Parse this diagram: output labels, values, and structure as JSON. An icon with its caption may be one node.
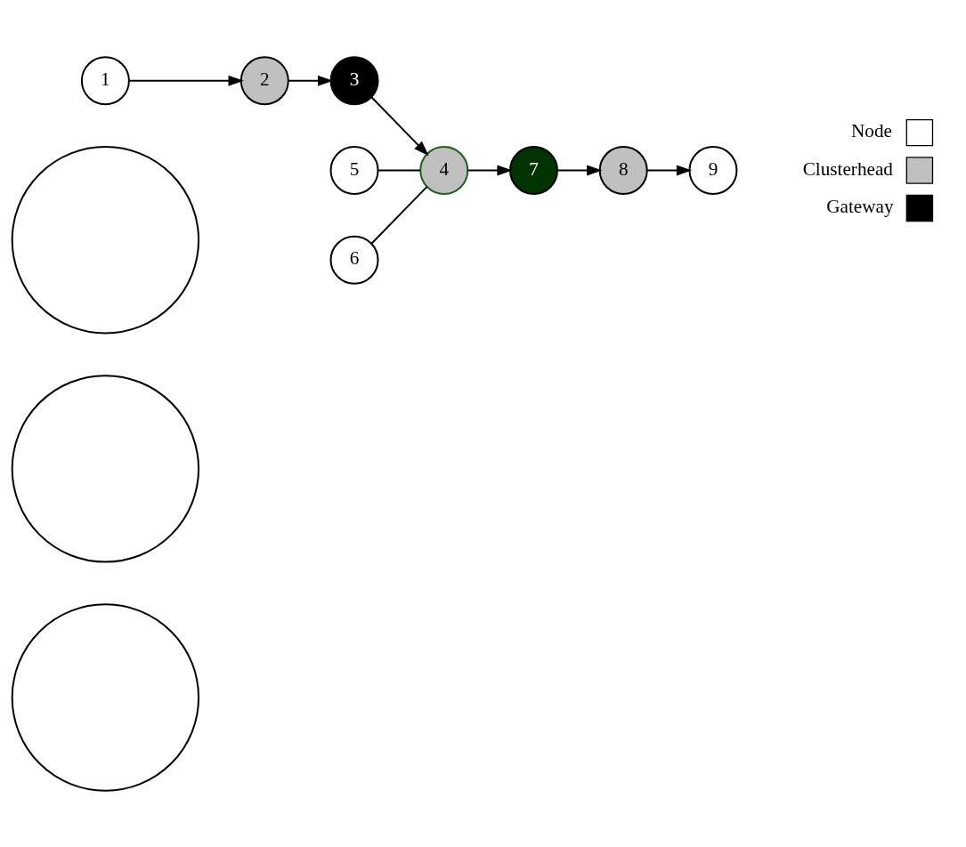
{
  "diagram": {
    "nodes": [
      {
        "text": [],
        "shape": "circle"
      },
      {
        "text": [],
        "shape": "circle"
      },
      {
        "text": [],
        "shape": "circle"
      },
      {
        "text": [
          "1"
        ]
      },
      {
        "text": [
          "2"
        ]
      },
      {
        "text": [
          "3"
        ]
      },
      {
        "text": [
          "4"
        ]
      },
      {
        "text": [
          "5"
        ]
      },
      {
        "text": [
          "6"
        ]
      },
      {
        "text": [
          "7"
        ]
      },
      {
        "text": [
          "8"
        ]
      },
      {
        "text": [
          "9"
        ]
      }
    ],
    "edges": [
      {
        "from": 3,
        "to": 4,
        "arrow": "to"
      },
      {
        "from": 4,
        "to": 5,
        "arrow": "to"
      },
      {
        "from": 5,
        "to": 6,
        "arrow": "to"
      },
      {
        "from": 7,
        "to": 6,
        "arrow": "none"
      },
      {
        "from": 8,
        "to": 6,
        "arrow": "none"
      },
      {
        "from": 6,
        "to": 9,
        "arrow": "to"
      },
      {
        "from": 9,
        "to": 10,
        "arrow": "to"
      },
      {
        "from": 10,
        "to": 11,
        "arrow": "to"
      }
    ],
    "legend": [
      {
        "text": "Node",
        "color": "#ffffff"
      },
      {
        "text": "Clusterhead",
        "color": "#c0c0c0"
      },
      {
        "text": "Gateway",
        "color": "#000000"
      }
    ]
  }
}
